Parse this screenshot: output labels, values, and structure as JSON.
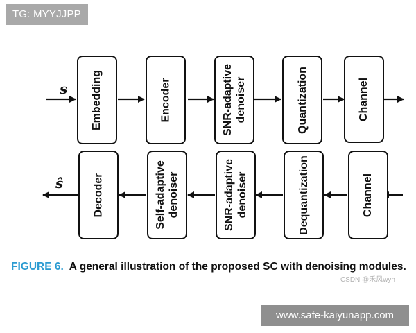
{
  "overlay": {
    "top_left_badge": "TG: MYYJJPP",
    "bottom_right_badge": "www.safe-kaiyunapp.com"
  },
  "diagram": {
    "input_symbol": "s",
    "output_symbol": "ŝ",
    "top_row": [
      {
        "label": "Embedding"
      },
      {
        "label": "Encoder"
      },
      {
        "label": "SNR-adaptive\ndenoiser"
      },
      {
        "label": "Quantization"
      },
      {
        "label": "Channel"
      }
    ],
    "bottom_row": [
      {
        "label": "Decoder"
      },
      {
        "label": "Self-adaptive\ndenoiser"
      },
      {
        "label": "SNR-adaptive\ndenoiser"
      },
      {
        "label": "Dequantization"
      },
      {
        "label": "Channel"
      }
    ]
  },
  "caption": {
    "figure_label": "FIGURE 6.",
    "text": "A general illustration of the proposed SC with denoising modules.",
    "credit": "CSDN @禾风wyh"
  }
}
